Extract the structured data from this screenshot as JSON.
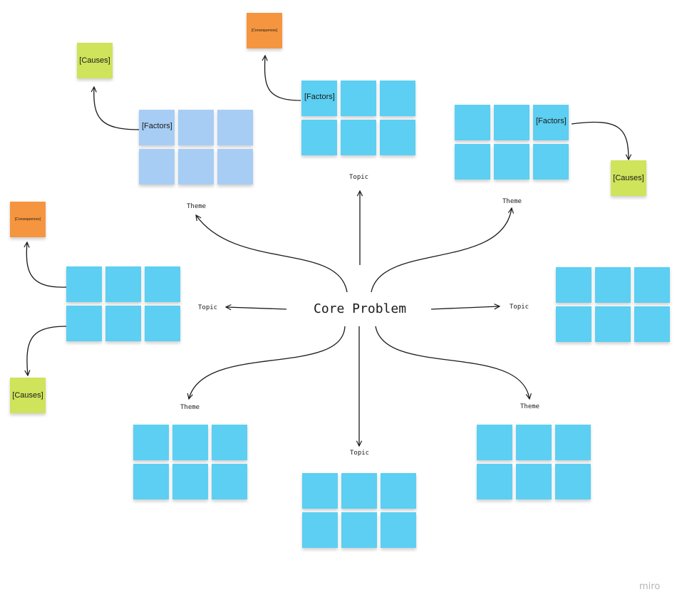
{
  "board": {
    "core_label": "Core Problem",
    "watermark": "miro",
    "labels": {
      "theme_top_left": "Theme",
      "topic_top": "Topic",
      "theme_top_right": "Theme",
      "topic_left": "Topic",
      "topic_right": "Topic",
      "theme_bottom_left": "Theme",
      "topic_bottom": "Topic",
      "theme_bottom_right": "Theme"
    },
    "notes": {
      "factors_top_left": "[Factors]",
      "factors_top_center": "[Factors]",
      "factors_top_right": "[Factors]",
      "causes_top_left": "[Causes]",
      "causes_right": "[Causes]",
      "causes_left": "[Causes]",
      "consequences_top": "[Consequences]",
      "consequences_left": "[Consequences]"
    }
  },
  "colors": {
    "blue_note": "#5ccff2",
    "pale_blue_note": "#a7cdf4",
    "green_note": "#cfe35b",
    "orange_note": "#f5953f"
  }
}
